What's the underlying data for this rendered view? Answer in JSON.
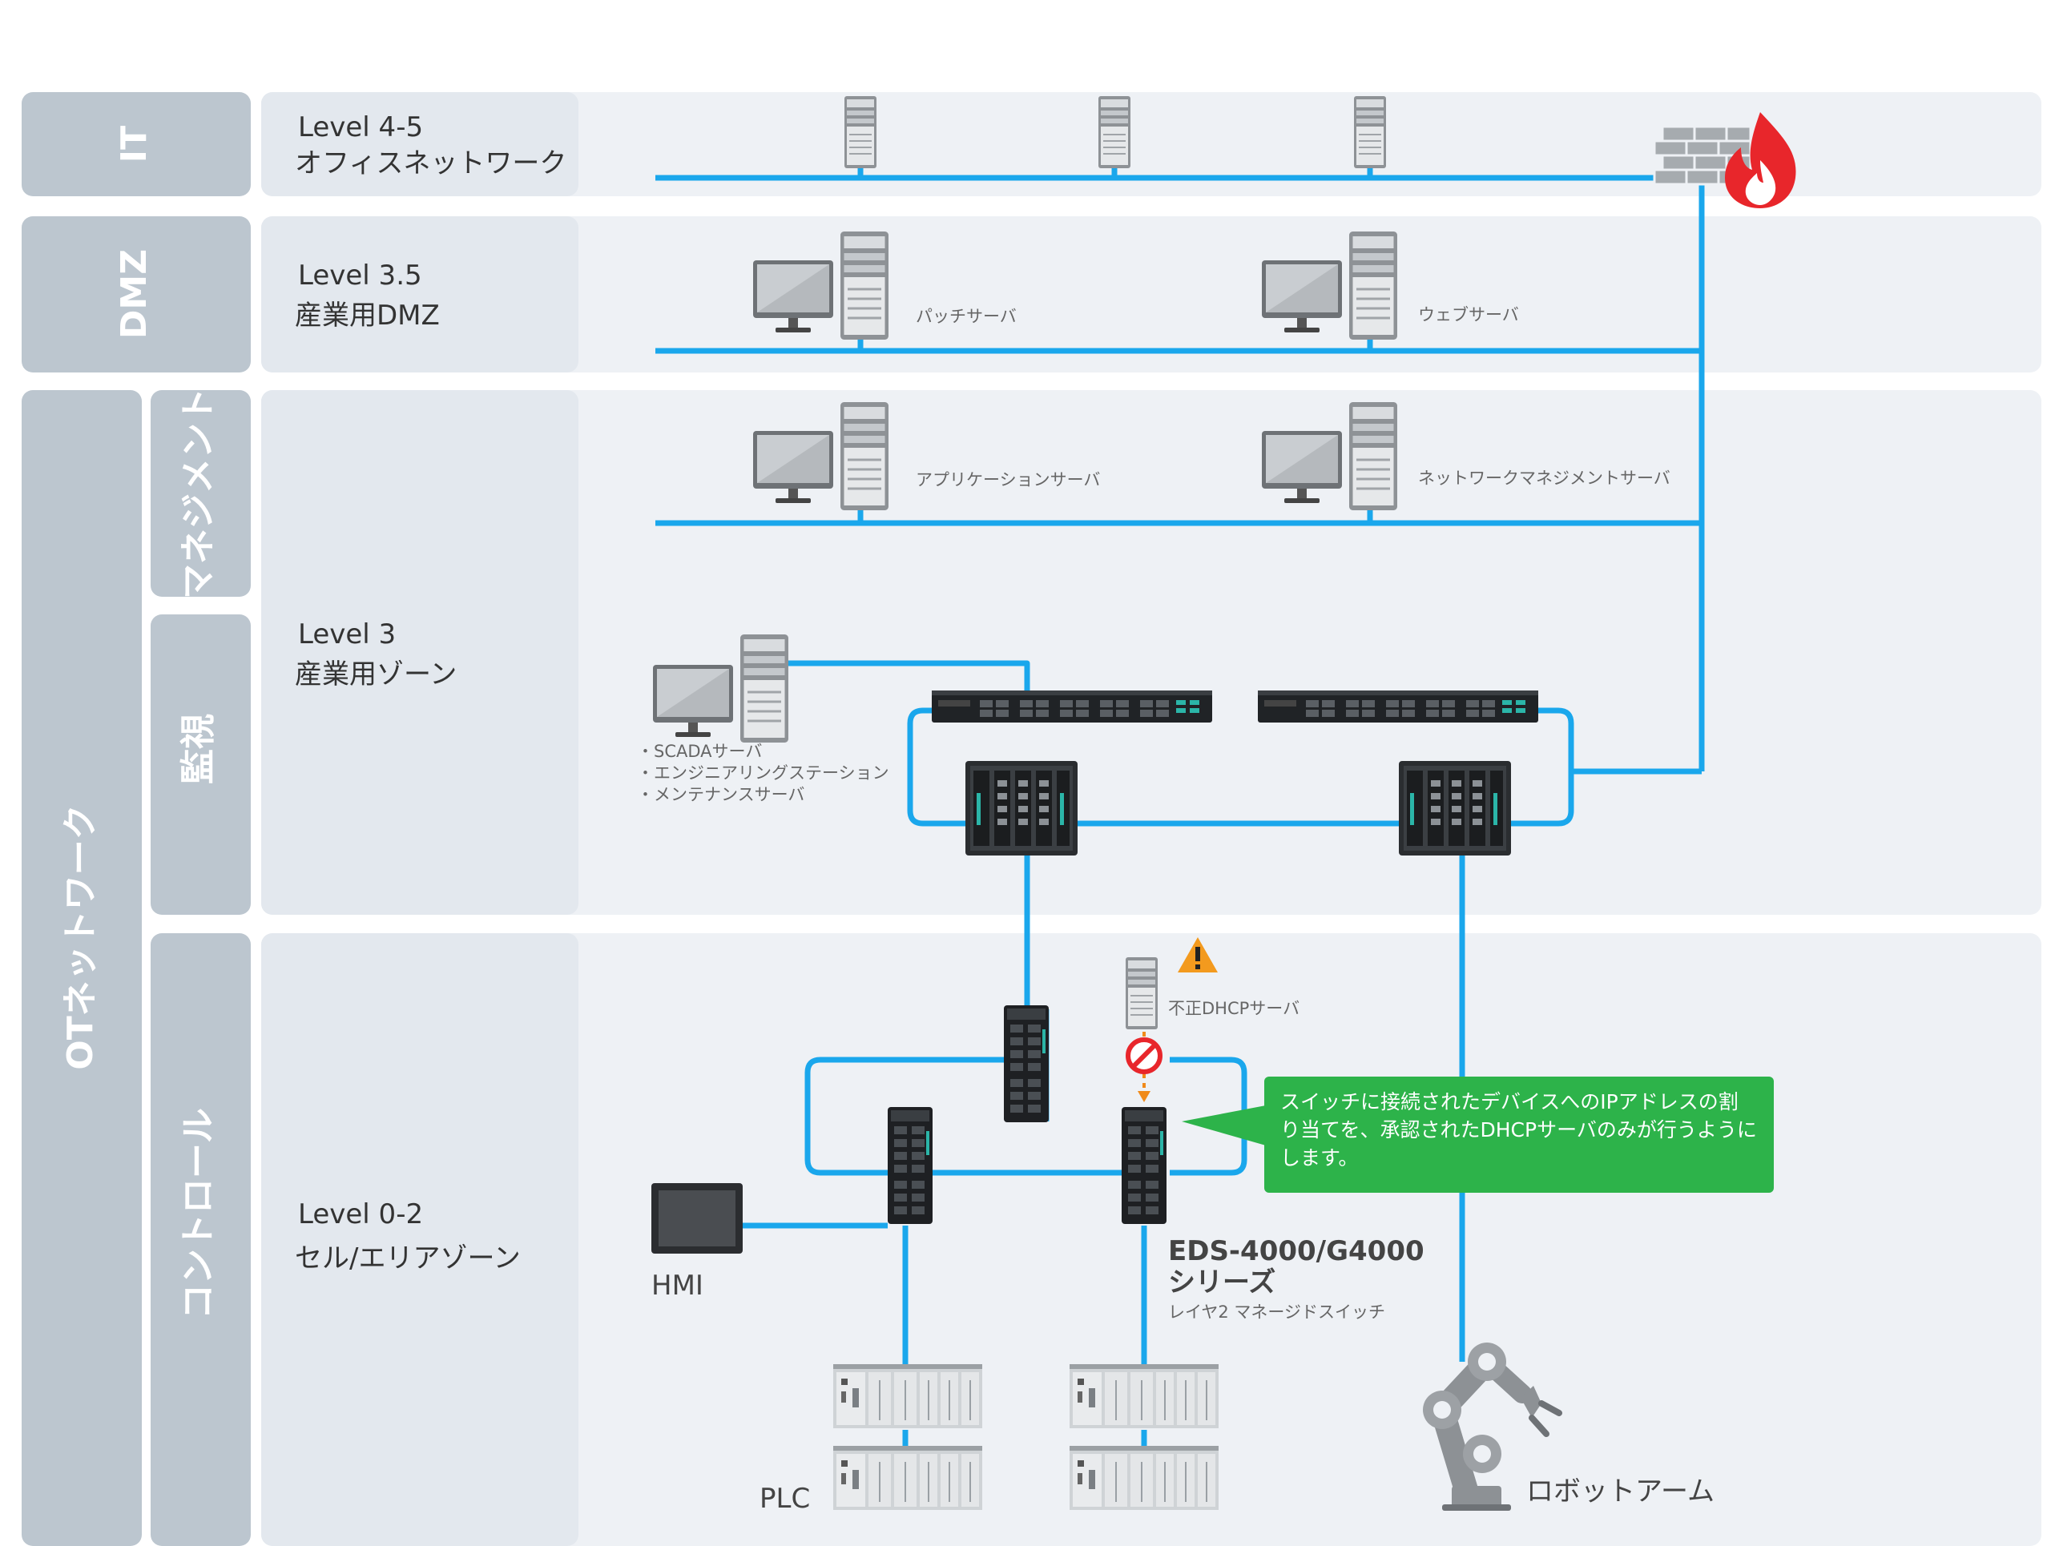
{
  "zones": {
    "it": "IT",
    "dmz": "DMZ",
    "ot": "OTネットワーク",
    "management": "マネジメント",
    "monitoring": "監視",
    "control": "コントロール"
  },
  "levels": {
    "l45": {
      "line1": "Level 4-5",
      "line2": "オフィスネットワーク"
    },
    "l35": {
      "line1": "Level 3.5",
      "line2": "産業用DMZ"
    },
    "l3": {
      "line1": "Level 3",
      "line2": "産業用ゾーン"
    },
    "l02": {
      "line1": "Level 0-2",
      "line2": "セル/エリアゾーン"
    }
  },
  "devices": {
    "patch_server": "パッチサーバ",
    "web_server": "ウェブサーバ",
    "app_server": "アプリケーションサーバ",
    "nms_server": "ネットワークマネジメントサーバ",
    "scada_list": [
      "・SCADAサーバ",
      "・エンジニアリングステーション",
      "・メンテナンスサーバ"
    ],
    "rogue_dhcp": "不正DHCPサーバ",
    "hmi": "HMI",
    "plc": "PLC",
    "robot": "ロボットアーム",
    "switch_title_1": "EDS-4000/G4000",
    "switch_title_2": "シリーズ",
    "switch_sub": "レイヤ2 マネージドスイッチ"
  },
  "callout": "スイッチに接続されたデバイスへのIPアドレスの割り当てを、承認されたDHCPサーバのみが行うようにします。",
  "colors": {
    "line": "#1aa7ec",
    "zone_gray": "#bcc6cf",
    "panel": "#eef1f5",
    "callout": "#2db34a"
  }
}
